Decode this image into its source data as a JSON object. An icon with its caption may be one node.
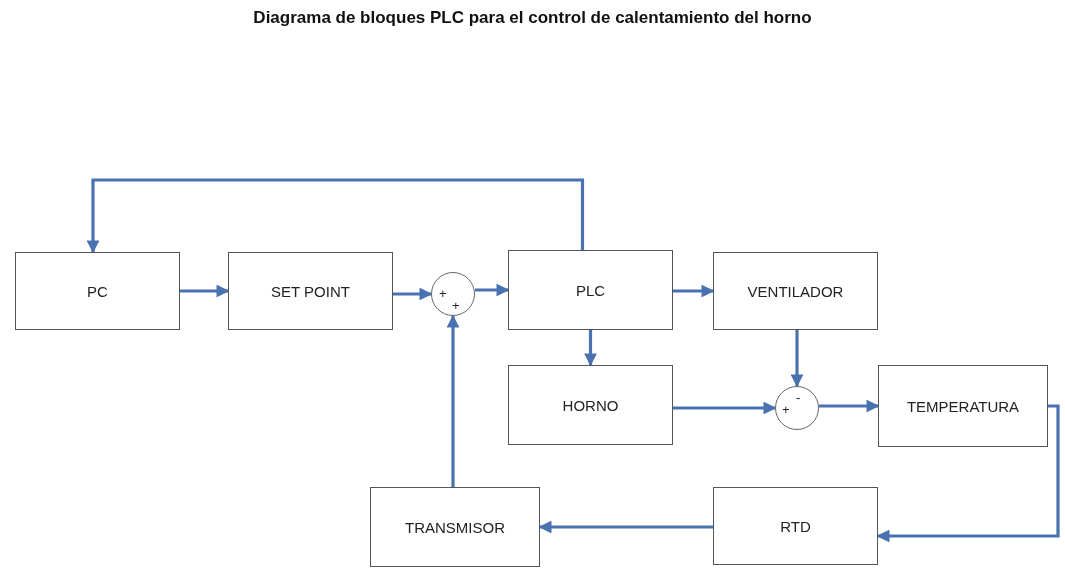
{
  "diagram": {
    "title": "Diagrama de bloques PLC para el control de calentamiento del horno",
    "nodes": [
      {
        "text": [
          "PC"
        ]
      },
      {
        "text": [
          "SET POINT"
        ]
      },
      {
        "text": [
          "+",
          "+"
        ]
      },
      {
        "text": [
          "PLC"
        ]
      },
      {
        "text": [
          "VENTILADOR"
        ]
      },
      {
        "text": [
          "HORNO"
        ]
      },
      {
        "text": [
          "+",
          "-"
        ]
      },
      {
        "text": [
          "TEMPERATURA"
        ]
      },
      {
        "text": [
          "RTD"
        ]
      },
      {
        "text": [
          "TRANSMISOR"
        ]
      }
    ],
    "edges": [
      {
        "from": 3,
        "to": 0,
        "arrow": "to"
      },
      {
        "from": 0,
        "to": 1,
        "arrow": "to"
      },
      {
        "from": 1,
        "to": 2,
        "arrow": "to"
      },
      {
        "from": 2,
        "to": 3,
        "arrow": "to"
      },
      {
        "from": 3,
        "to": 4,
        "arrow": "to"
      },
      {
        "from": 3,
        "to": 5,
        "arrow": "to"
      },
      {
        "from": 4,
        "to": 6,
        "arrow": "to"
      },
      {
        "from": 5,
        "to": 6,
        "arrow": "to"
      },
      {
        "from": 6,
        "to": 7,
        "arrow": "to"
      },
      {
        "from": 7,
        "to": 8,
        "arrow": "to"
      },
      {
        "from": 8,
        "to": 9,
        "arrow": "to"
      },
      {
        "from": 9,
        "to": 2,
        "arrow": "to"
      }
    ]
  }
}
